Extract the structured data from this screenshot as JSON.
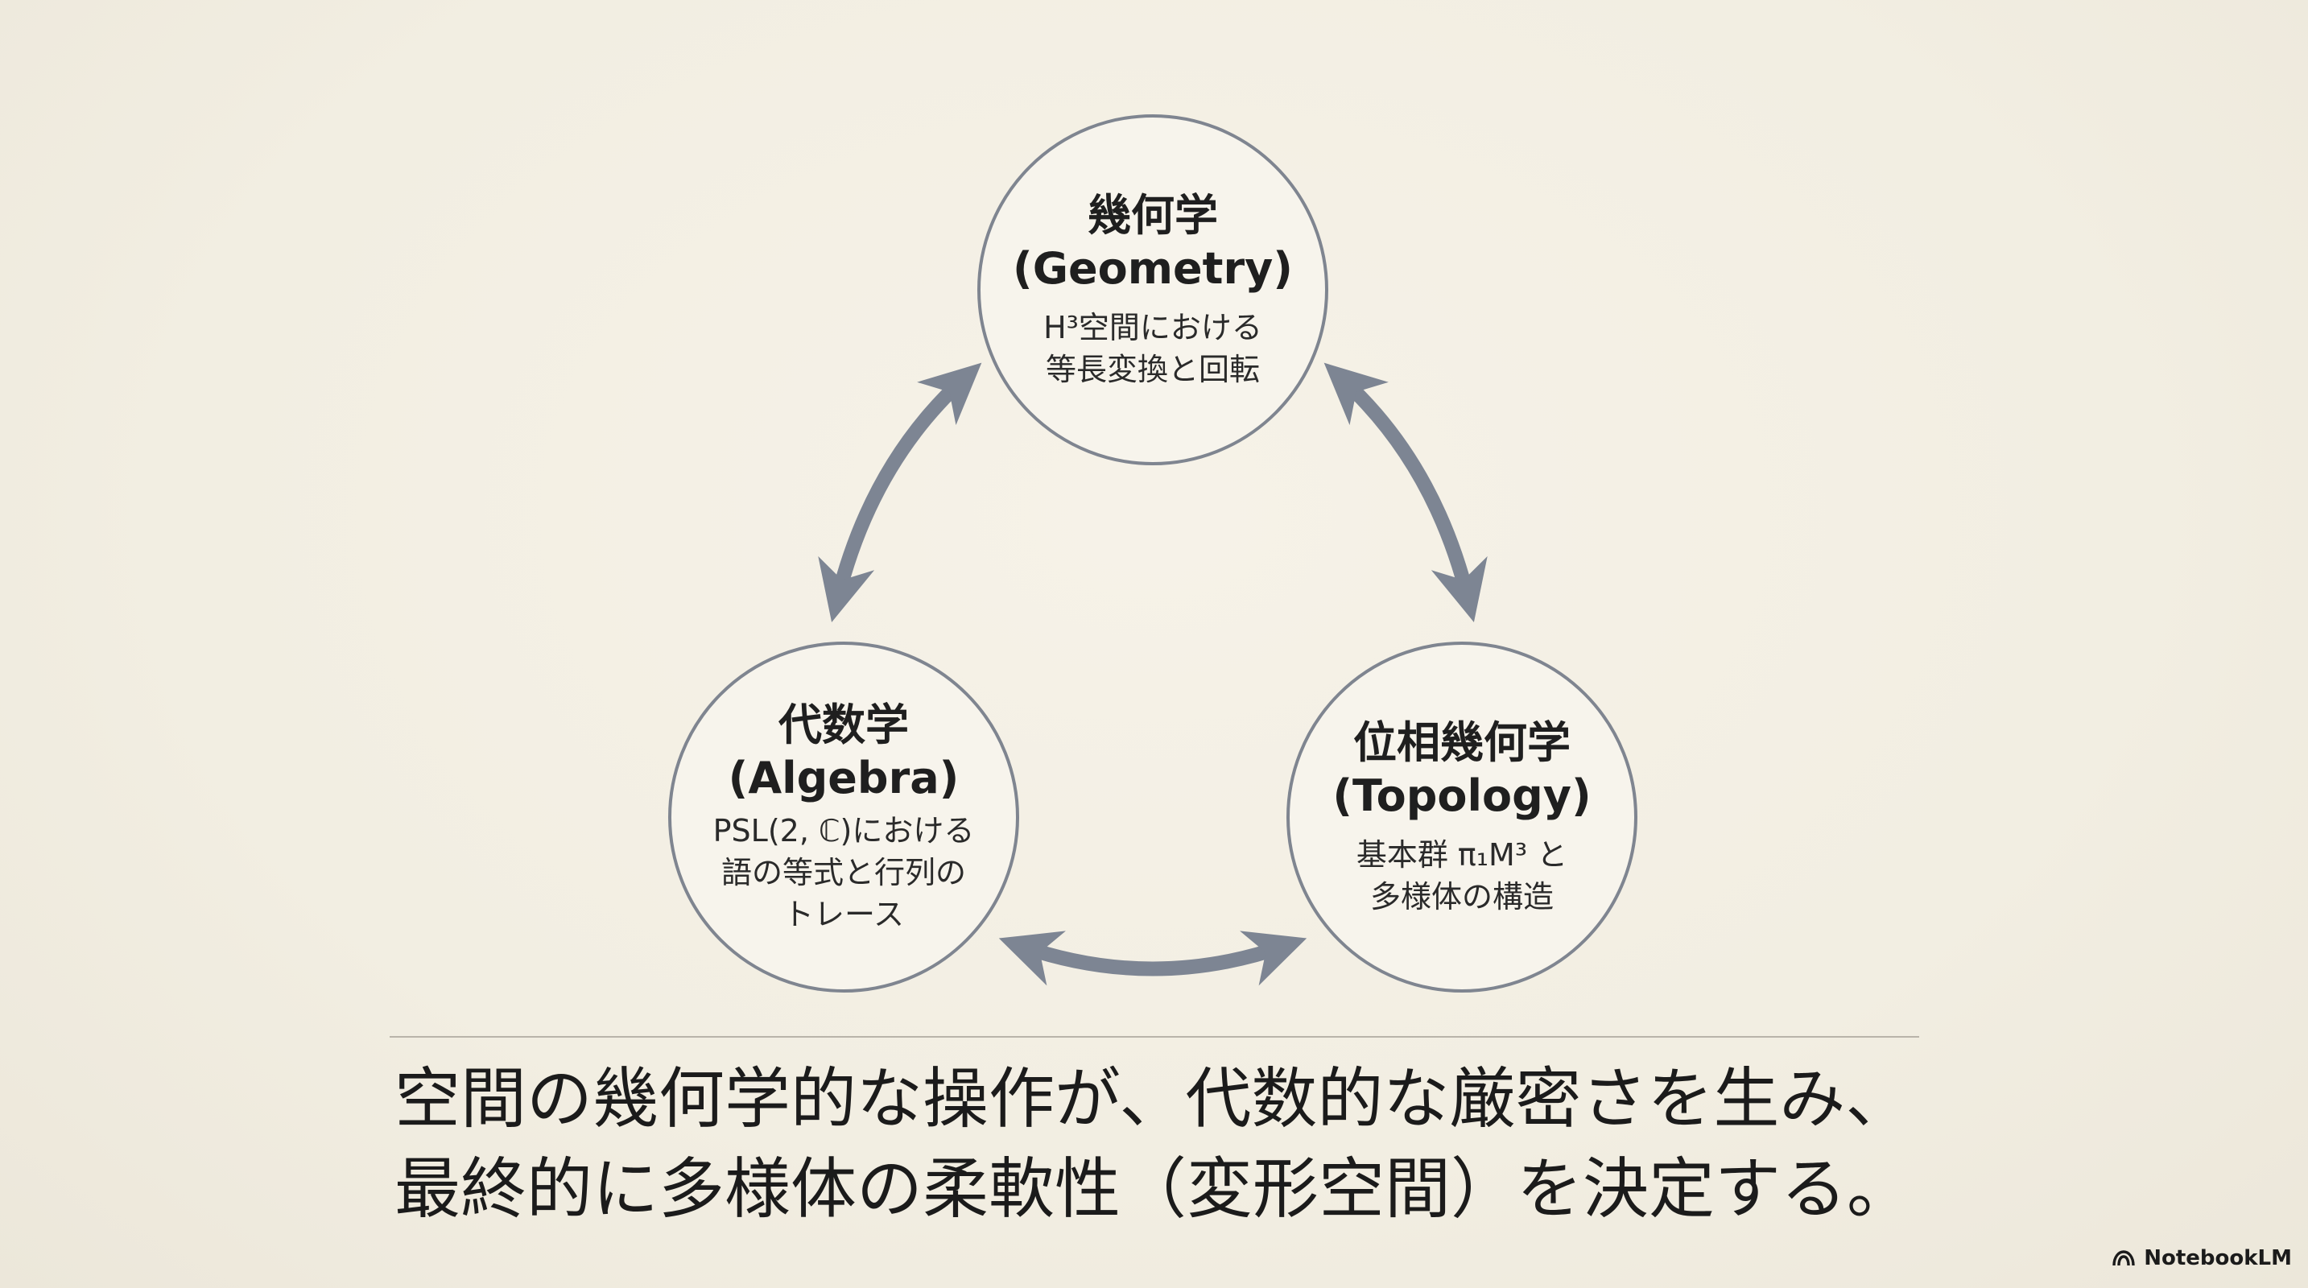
{
  "nodes": {
    "geometry": {
      "title": "幾何学",
      "subtitle": "(Geometry)",
      "desc": "H³空間における\n等長変換と回転"
    },
    "algebra": {
      "title": "代数学",
      "subtitle": "(Algebra)",
      "desc": "PSL(2, ℂ)における語の等式と行列のトレース"
    },
    "topology": {
      "title": "位相幾何学",
      "subtitle": "(Topology)",
      "desc": "基本群 π₁M³ と\n多様体の構造"
    }
  },
  "caption": {
    "line1": "空間の幾何学的な操作が、代数的な厳密さを生み、",
    "line2": "最終的に多様体の柔軟性（変形空間）を決定する。"
  },
  "brand": "NotebookLM",
  "colors": {
    "background": "#f4f0e5",
    "arrow": "#7d8593",
    "circle_stroke": "#7f8590",
    "text": "#1e1e1e"
  }
}
